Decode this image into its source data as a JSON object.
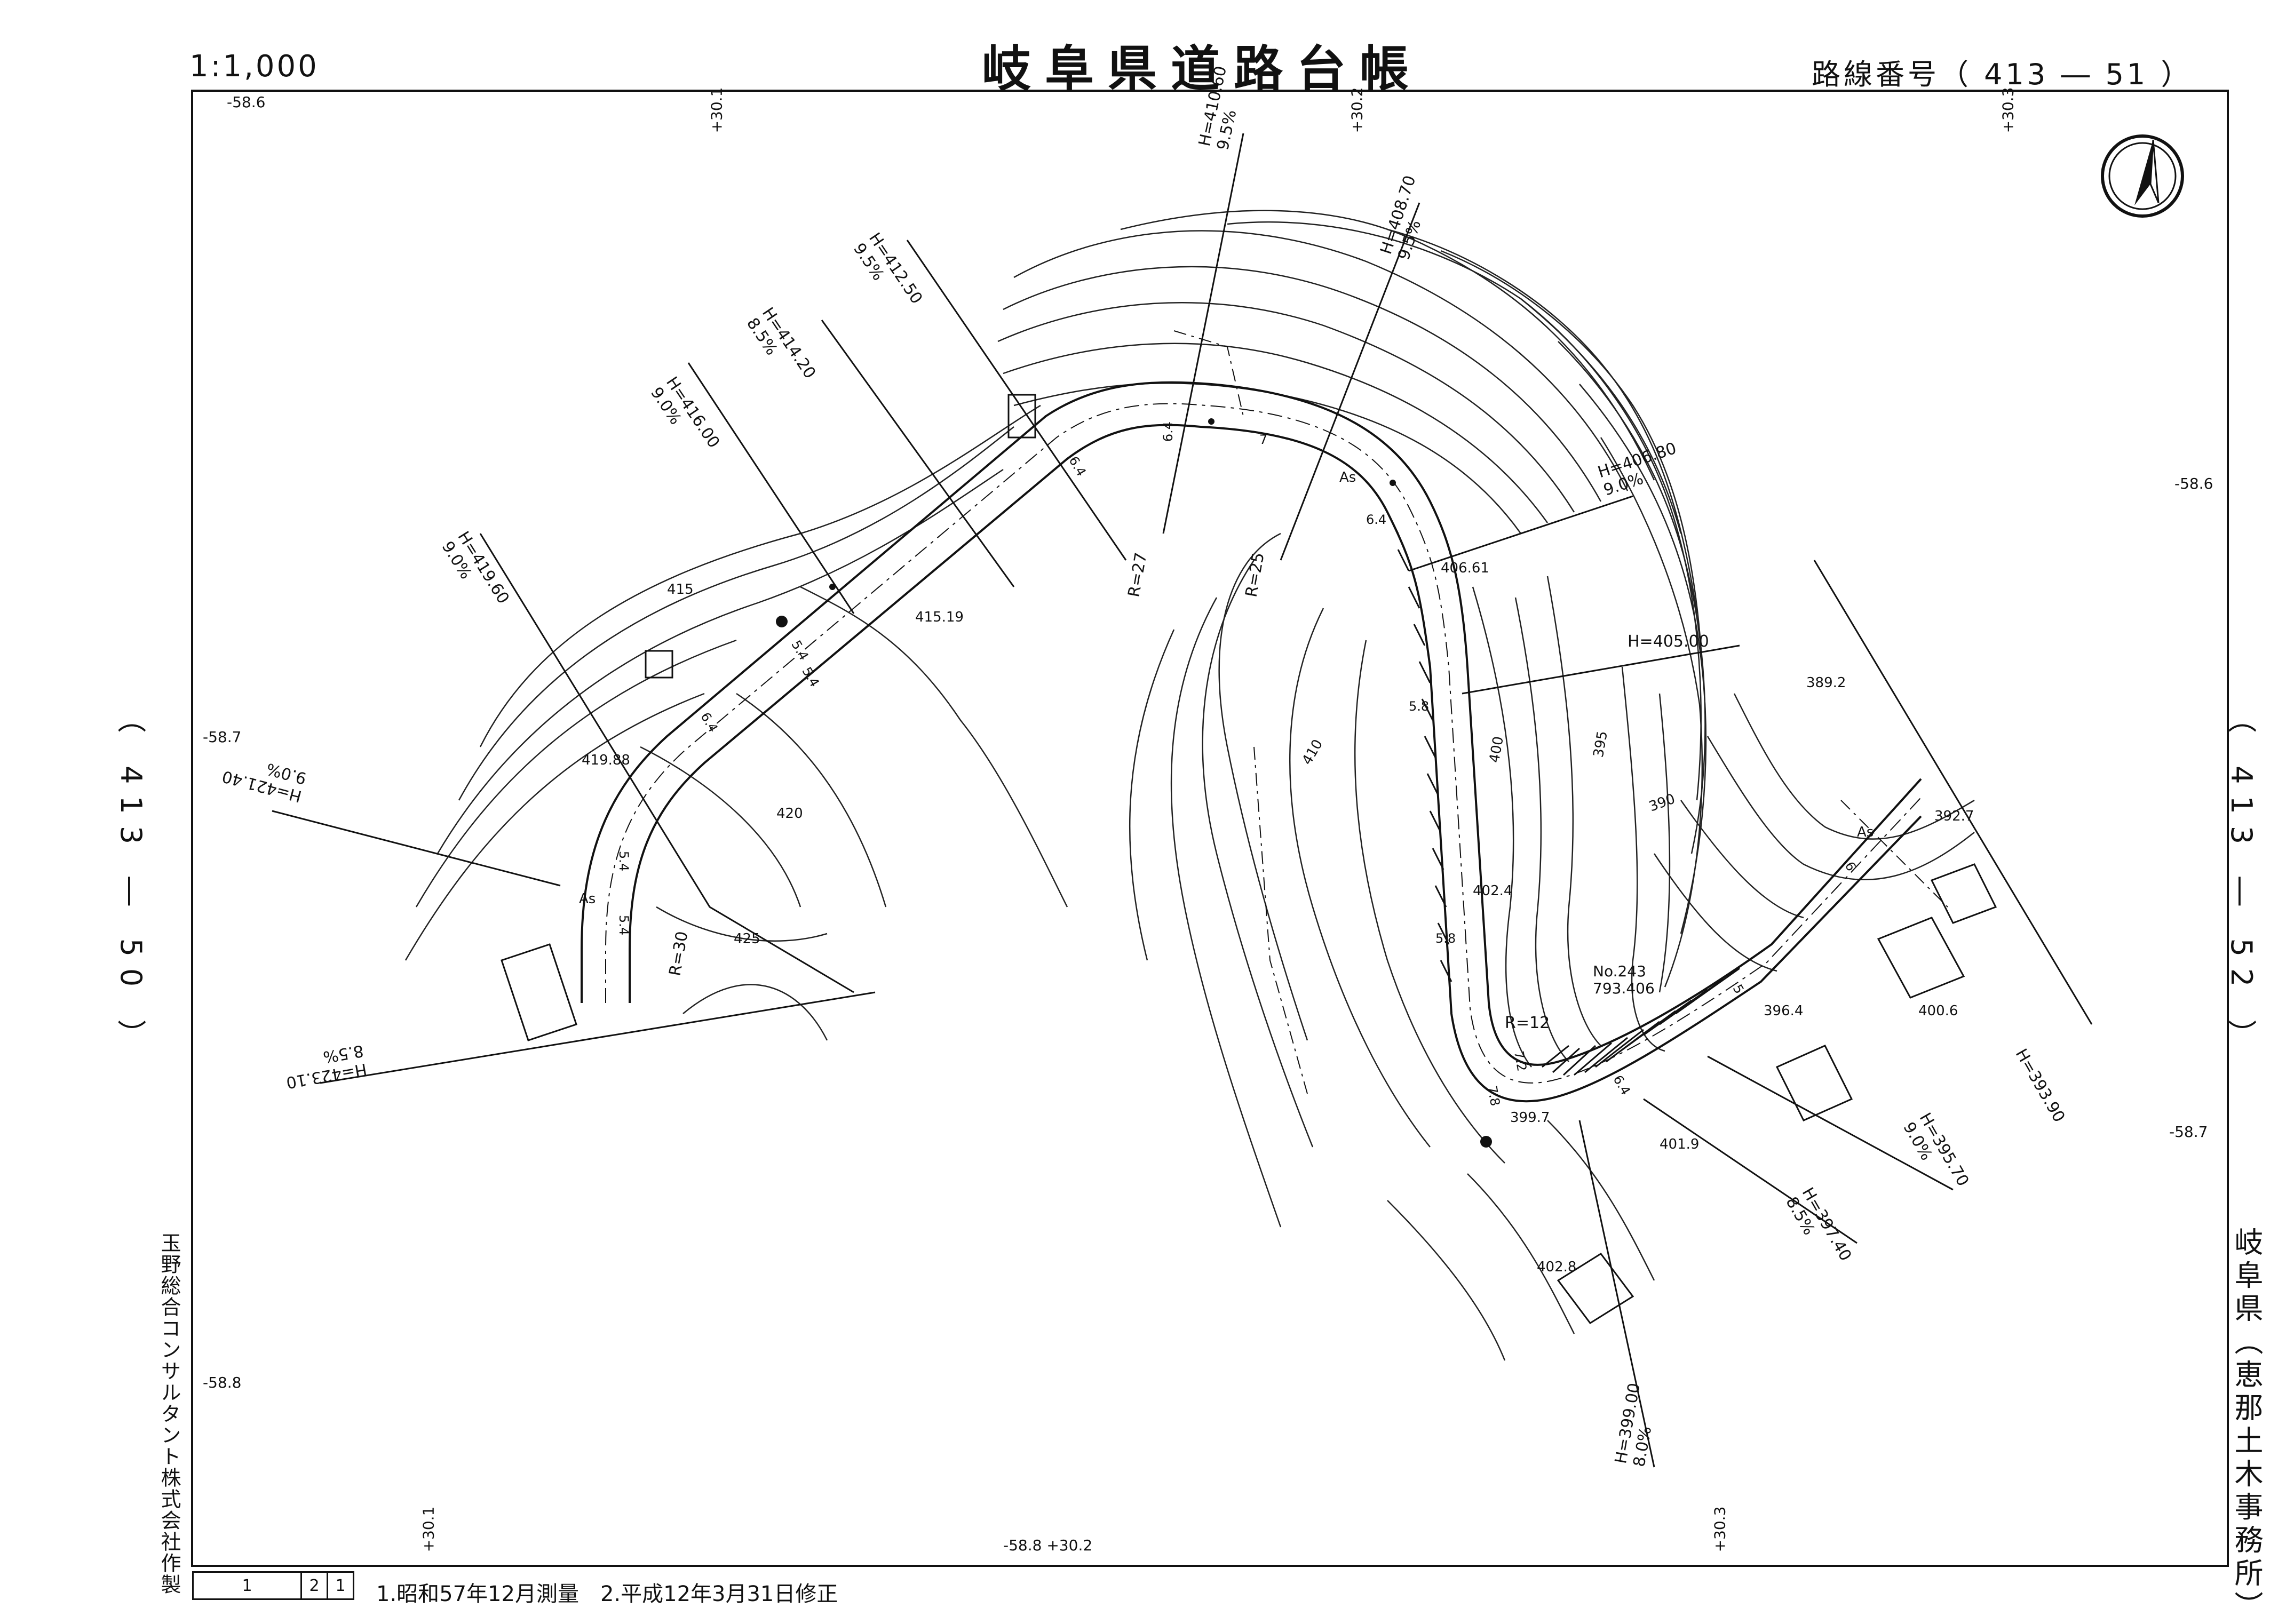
{
  "header": {
    "scale": "1:1,000",
    "title": "岐阜県道路台帳",
    "route_number": "路線番号（ 413 ― 51 ）"
  },
  "side": {
    "left_route": "（ 413 ― 50 ）",
    "right_route": "（ 413 ― 52 ）",
    "maker": "玉野総合コンサルタント株式会社作製",
    "office": "岐阜県（恵那土木事務所）"
  },
  "footer": {
    "sheet_cells": [
      "1",
      "2",
      "1"
    ],
    "note": "1.昭和57年12月測量　2.平成12年3月31日修正"
  },
  "grid_marks": {
    "top_left": "-58.6",
    "top_1": "+30.1",
    "top_2": "+30.2",
    "top_3": "+30.3",
    "left_mid": "-58.7",
    "left_low": "-58.8",
    "right_1": "-58.6",
    "right_2": "-58.7",
    "bottom_1": "+30.1",
    "bottom_2": "-58.8 +30.2",
    "bottom_3": "+30.3"
  },
  "gradients": [
    {
      "h": "H=410.60",
      "g": "9.5%"
    },
    {
      "h": "H=408.70",
      "g": "9.5%"
    },
    {
      "h": "H=412.50",
      "g": "9.5%"
    },
    {
      "h": "H=414.20",
      "g": "8.5%"
    },
    {
      "h": "H=416.00",
      "g": "9.0%"
    },
    {
      "h": "H=419.60",
      "g": "9.0%"
    },
    {
      "h": "H=421.40",
      "g": "9.0%"
    },
    {
      "h": "H=423.10",
      "g": "8.5%"
    },
    {
      "h": "H=406.80",
      "g": "9.0%"
    },
    {
      "h": "H=405.00",
      "g": ""
    },
    {
      "h": "H=393.90",
      "g": ""
    },
    {
      "h": "H=395.70",
      "g": "9.0%"
    },
    {
      "h": "H=397.40",
      "g": "8.5%"
    },
    {
      "h": "H=399.00",
      "g": "8.0%"
    }
  ],
  "spot_heights": [
    "415.19",
    "419.88",
    "406.61",
    "402.4",
    "399.7",
    "401.9",
    "402.8",
    "396.4",
    "392.7",
    "389.2",
    "400.6"
  ],
  "contour_labels": [
    "415",
    "420",
    "425",
    "410",
    "400",
    "395",
    "390"
  ],
  "curve_radii": [
    "R=27",
    "R=25",
    "R=30",
    "R=12"
  ],
  "widths": [
    "6.4",
    "6.4",
    "7",
    "6.4",
    "5.4",
    "5.4",
    "6.4",
    "5.4",
    "5.4",
    "5.8",
    "5.8",
    "7.8",
    "7.2",
    "6.4",
    "5",
    "6"
  ],
  "pavement": "As",
  "benchmark": {
    "name": "No.243",
    "value": "793.406"
  }
}
